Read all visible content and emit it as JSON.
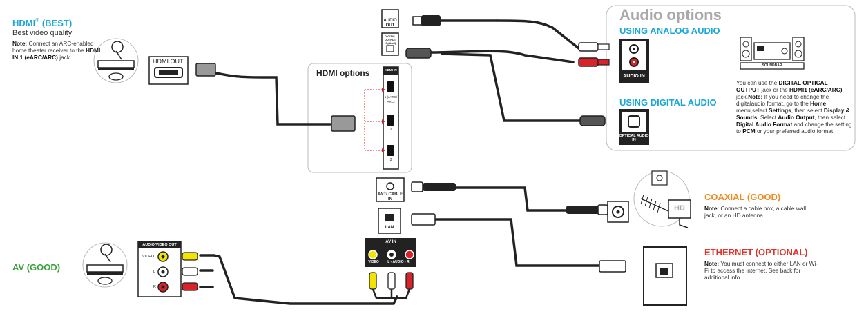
{
  "hdmi_section": {
    "title": "HDMI",
    "title_reg": "®",
    "title_rating": "(BEST)",
    "subtitle": "Best video quality",
    "note_label": "Note:",
    "note_text_1": " Connect an ARC-enabled home theater receiver to the ",
    "note_bold": "HDMI IN 1 (eARC/ARC)",
    "note_text_2": " jack."
  },
  "hdmi_out_label": "HDMI OUT",
  "hdmi_options": {
    "title": "HDMI options",
    "panel_label": "HDMI IN",
    "port1": "1 (eARC/ ARC)",
    "port2": "2",
    "port3": "3"
  },
  "tv_ports": {
    "audio_out": "AUDIO OUT",
    "digital_output": "DIGITAL OUTPUT (Optical)",
    "ant_cable_in": "ANT/ CABLE IN",
    "lan": "LAN",
    "av_in": "AV IN",
    "av_video": "VIDEO",
    "av_audio": "L - AUDIO - R"
  },
  "audio_options": {
    "title": "Audio options",
    "analog_title": "USING ANALOG AUDIO",
    "analog_port": "AUDIO IN",
    "digital_title": "USING DIGITAL AUDIO",
    "digital_port": "OPTICAL AUDIO IN",
    "soundbar": "SOUNDBAR",
    "note_1": "You can use the ",
    "note_b1": "DIGITAL OPTICAL OUTPUT",
    "note_2": " jack or the ",
    "note_b2": "HDMI1 (eARC/ARC)",
    "note_3": " jack.",
    "note_b3": "Note:",
    "note_4": " If you need to change the digitalaudio format, go to the ",
    "note_b4": "Home",
    "note_5": " menu,select ",
    "note_b5": "Settings",
    "note_6": ", then select ",
    "note_b6": "Display & Sounds",
    "note_7": ". Select ",
    "note_b7": "Audio Output",
    "note_8": ", then select ",
    "note_b8": "Digital Audio Format",
    "note_9": " and change the setting to ",
    "note_b9": "PCM",
    "note_10": " or your preferred audio format."
  },
  "av_section": {
    "title": "AV (GOOD)",
    "panel_label": "AUDIO/VIDEO OUT",
    "video": "VIDEO",
    "l": "L",
    "r": "R"
  },
  "coaxial": {
    "title": "COAXIAL (GOOD)",
    "note_label": "Note:",
    "note_text": " Connect a cable box, a cable wall jack, or an HD antenna.",
    "hd": "HD"
  },
  "ethernet": {
    "title": "ETHERNET (OPTIONAL)",
    "note_label": "Note:",
    "note_text": " You must connect to either LAN or Wi-Fi to access the internet. See back for additional info."
  },
  "colors": {
    "hdmi": "#1aa7d8",
    "av": "#3aa13a",
    "coax": "#f08a1c",
    "ethernet": "#e2332a",
    "rca_red": "#d8232a",
    "rca_yellow": "#f2e400"
  }
}
